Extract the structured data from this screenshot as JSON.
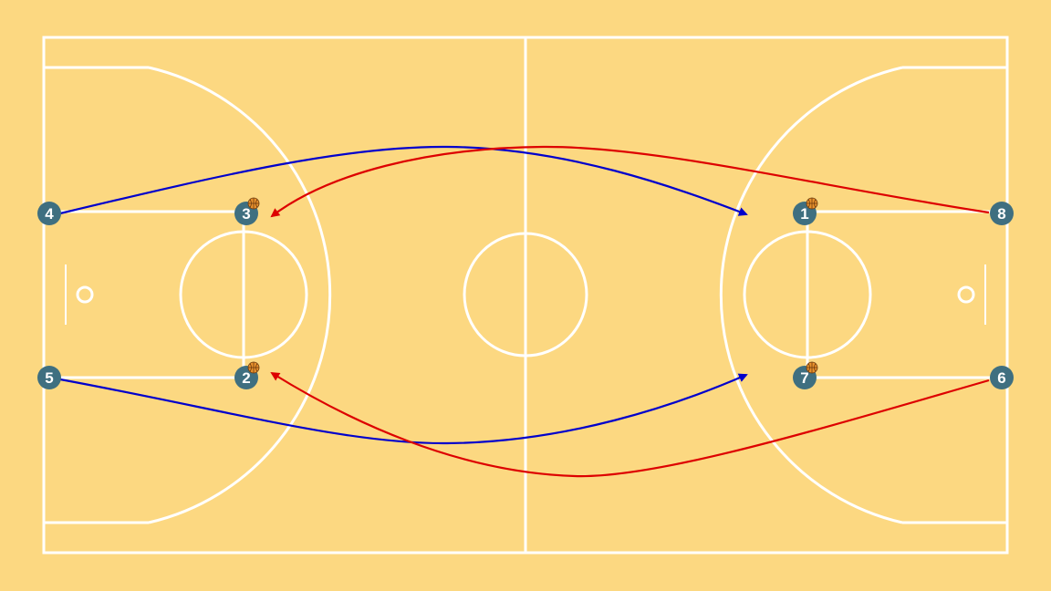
{
  "court": {
    "floor_color": "#fcd881",
    "line_color": "#ffffff"
  },
  "players": [
    {
      "id": "p1",
      "label": "1",
      "has_ball": true
    },
    {
      "id": "p2",
      "label": "2",
      "has_ball": true
    },
    {
      "id": "p3",
      "label": "3",
      "has_ball": true
    },
    {
      "id": "p4",
      "label": "4",
      "has_ball": false
    },
    {
      "id": "p5",
      "label": "5",
      "has_ball": false
    },
    {
      "id": "p6",
      "label": "6",
      "has_ball": false
    },
    {
      "id": "p7",
      "label": "7",
      "has_ball": true
    },
    {
      "id": "p8",
      "label": "8",
      "has_ball": false
    }
  ],
  "player_style": {
    "fill": "#3f6f80",
    "text_color": "#ffffff",
    "ball_color": "#e8912c"
  },
  "movements": [
    {
      "from": "4",
      "to": "1",
      "color": "#0000cc"
    },
    {
      "from": "5",
      "to": "7",
      "color": "#0000cc"
    },
    {
      "from": "8",
      "to": "3",
      "color": "#dd0000"
    },
    {
      "from": "6",
      "to": "2",
      "color": "#dd0000"
    }
  ],
  "icons": {
    "ball": "basketball-icon",
    "arrow": "arrow-head-icon"
  }
}
